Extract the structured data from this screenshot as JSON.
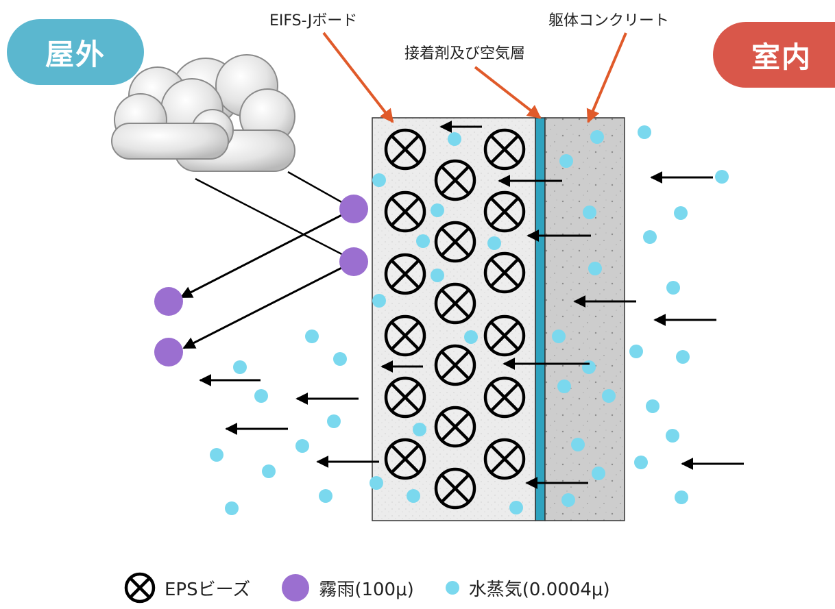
{
  "labels": {
    "outdoor": "屋外",
    "indoor": "室内",
    "eifs_board": "EIFS-Jボード",
    "adhesive_air_layer": "接着剤及び空気層",
    "structural_concrete": "躯体コンクリート"
  },
  "legend": {
    "eps_beads": "EPSビーズ",
    "fog_rain": "霧雨(100μ)",
    "water_vapor": "水蒸気(0.0004μ)"
  },
  "colors": {
    "outdoor_badge": "#5bb7cf",
    "indoor_badge": "#d9574a",
    "pointer_arrow": "#e05a2a",
    "adhesive_layer": "#2fa3bf",
    "fog_rain": "#9b6fd0",
    "water_vapor": "#7ad8ee",
    "eifs_board": "#ececec",
    "concrete": "#cfcfcf"
  },
  "icons": [
    "cloud-icon",
    "eps-bead-icon",
    "fog-rain-drop-icon",
    "water-vapor-dot-icon",
    "arrow-icon"
  ]
}
